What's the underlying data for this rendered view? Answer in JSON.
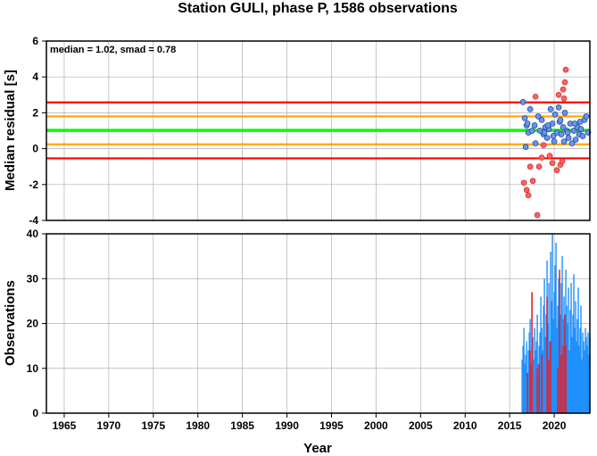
{
  "chart_data": [
    {
      "type": "scatter",
      "title": "Station GULI, phase P, 1586 observations",
      "ylabel": "Median residual [s]",
      "annotation": "median = 1.02, smad = 0.78",
      "xlim": [
        1963,
        2024
      ],
      "ylim": [
        -4,
        6
      ],
      "y_ticks": [
        -4,
        -2,
        0,
        2,
        4,
        6
      ],
      "grid": true,
      "reference_lines": [
        {
          "y": 2.58,
          "color": "#ff0000"
        },
        {
          "y": 1.8,
          "color": "#ffa500"
        },
        {
          "y": 1.02,
          "color": "#00ff00"
        },
        {
          "y": 0.24,
          "color": "#ffa500"
        },
        {
          "y": -0.54,
          "color": "#ff0000"
        }
      ],
      "series": [
        {
          "color": "#6495ed",
          "points": [
            [
              2016.5,
              2.6
            ],
            [
              2016.7,
              1.7
            ],
            [
              2016.9,
              1.3
            ],
            [
              2017.1,
              0.9
            ],
            [
              2017.3,
              2.2
            ],
            [
              2017.5,
              1.0
            ],
            [
              2017.8,
              1.3
            ],
            [
              2017.9,
              0.3
            ],
            [
              2018.2,
              1.8
            ],
            [
              2018.4,
              1.0
            ],
            [
              2018.6,
              1.6
            ],
            [
              2018.8,
              0.8
            ],
            [
              2019.0,
              1.2
            ],
            [
              2019.2,
              0.6
            ],
            [
              2019.4,
              1.1
            ],
            [
              2019.6,
              2.2
            ],
            [
              2019.8,
              1.4
            ],
            [
              2020.0,
              0.4
            ],
            [
              2020.1,
              1.9
            ],
            [
              2020.3,
              0.9
            ],
            [
              2020.5,
              2.3
            ],
            [
              2020.6,
              1.5
            ],
            [
              2020.8,
              0.8
            ],
            [
              2021.0,
              1.2
            ],
            [
              2021.2,
              2.0
            ],
            [
              2021.4,
              1.0
            ],
            [
              2021.6,
              0.6
            ],
            [
              2021.8,
              1.4
            ],
            [
              2022.0,
              0.3
            ],
            [
              2022.2,
              1.0
            ],
            [
              2022.4,
              0.5
            ],
            [
              2022.6,
              1.2
            ],
            [
              2022.8,
              0.8
            ],
            [
              2023.0,
              1.1
            ],
            [
              2023.2,
              0.7
            ],
            [
              2023.4,
              1.6
            ],
            [
              2023.6,
              1.8
            ],
            [
              2023.8,
              0.9
            ],
            [
              2016.8,
              0.1
            ],
            [
              2018.9,
              0.9
            ],
            [
              2019.3,
              1.3
            ],
            [
              2020.7,
              1.6
            ],
            [
              2021.1,
              0.4
            ],
            [
              2022.9,
              1.5
            ],
            [
              2019.9,
              0.7
            ],
            [
              2017.0,
              1.4
            ],
            [
              2021.5,
              0.9
            ],
            [
              2022.3,
              1.4
            ]
          ]
        },
        {
          "color": "#ff6060",
          "points": [
            [
              2016.6,
              -1.9
            ],
            [
              2016.9,
              -2.3
            ],
            [
              2017.1,
              -2.6
            ],
            [
              2017.3,
              -1.0
            ],
            [
              2017.6,
              -1.8
            ],
            [
              2017.9,
              2.9
            ],
            [
              2018.1,
              -3.7
            ],
            [
              2018.3,
              -1.0
            ],
            [
              2018.6,
              -0.5
            ],
            [
              2019.8,
              -0.8
            ],
            [
              2020.3,
              -1.2
            ],
            [
              2020.5,
              3.0
            ],
            [
              2020.7,
              -0.9
            ],
            [
              2020.9,
              -0.7
            ],
            [
              2021.0,
              3.3
            ],
            [
              2021.1,
              2.8
            ],
            [
              2021.2,
              3.7
            ],
            [
              2021.3,
              4.4
            ],
            [
              2019.5,
              -0.4
            ],
            [
              2018.8,
              0.2
            ]
          ]
        }
      ]
    },
    {
      "type": "bar",
      "ylabel": "Observations",
      "xlabel": "Year",
      "xlim": [
        1963,
        2024
      ],
      "ylim": [
        0,
        40
      ],
      "y_ticks": [
        0,
        10,
        20,
        30,
        40
      ],
      "x_ticks": [
        1965,
        1970,
        1975,
        1980,
        1985,
        1990,
        1995,
        2000,
        2005,
        2010,
        2015,
        2020
      ],
      "grid": true,
      "series": [
        {
          "color": "#1e90ff",
          "x_start": 2016.4,
          "x_step": 0.1,
          "values": [
            12,
            15,
            19,
            11,
            13,
            16,
            9,
            14,
            18,
            21,
            11,
            15,
            17,
            12,
            19,
            14,
            16,
            22,
            11,
            15,
            18,
            26,
            19,
            14,
            24,
            30,
            17,
            22,
            34,
            20,
            29,
            16,
            36,
            25,
            40,
            21,
            27,
            33,
            38,
            19,
            24,
            30,
            17,
            22,
            29,
            35,
            21,
            26,
            18,
            32,
            24,
            20,
            28,
            14,
            23,
            29,
            17,
            22,
            31,
            19,
            25,
            16,
            21,
            28,
            15,
            19,
            24,
            12,
            18,
            16,
            14,
            19,
            17,
            15,
            18,
            13,
            17,
            16,
            19,
            18
          ]
        },
        {
          "color": "#e8202a",
          "points": [
            [
              2017.0,
              9
            ],
            [
              2017.3,
              14
            ],
            [
              2017.5,
              27
            ],
            [
              2018.1,
              10
            ],
            [
              2018.3,
              11
            ],
            [
              2018.6,
              13
            ],
            [
              2019.2,
              26
            ],
            [
              2019.4,
              12
            ],
            [
              2019.6,
              16
            ],
            [
              2020.4,
              10
            ],
            [
              2020.6,
              32
            ],
            [
              2020.8,
              13
            ],
            [
              2021.0,
              15
            ],
            [
              2021.2,
              22
            ],
            [
              2021.3,
              15
            ]
          ]
        }
      ]
    }
  ]
}
